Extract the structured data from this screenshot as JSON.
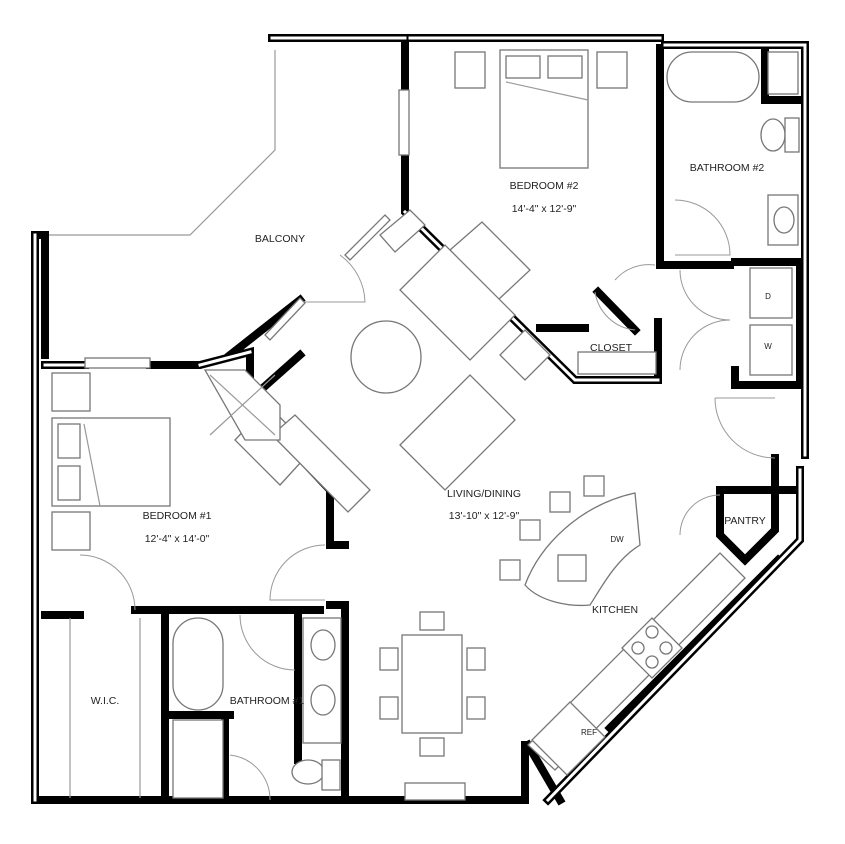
{
  "rooms": {
    "balcony": {
      "name": "BALCONY"
    },
    "bedroom2": {
      "name": "BEDROOM #2",
      "size": "14'-4\" x 12'-9\""
    },
    "bathroom2": {
      "name": "BATHROOM #2"
    },
    "closet": {
      "name": "CLOSET"
    },
    "dryer": {
      "name": "D"
    },
    "washer": {
      "name": "W"
    },
    "living": {
      "name": "LIVING/DINING",
      "size": "13'-10\" x 12'-9\""
    },
    "pantry": {
      "name": "PANTRY"
    },
    "dishwasher": {
      "name": "DW"
    },
    "kitchen": {
      "name": "KITCHEN"
    },
    "fridge": {
      "name": "REF"
    },
    "bedroom1": {
      "name": "BEDROOM #1",
      "size": "12'-4\" x 14'-0\""
    },
    "wic": {
      "name": "W.I.C."
    },
    "bathroom1": {
      "name": "BATHROOM #1"
    }
  },
  "colors": {
    "wall": "#000000",
    "furniture": "#777777",
    "door_swing": "#999999"
  }
}
